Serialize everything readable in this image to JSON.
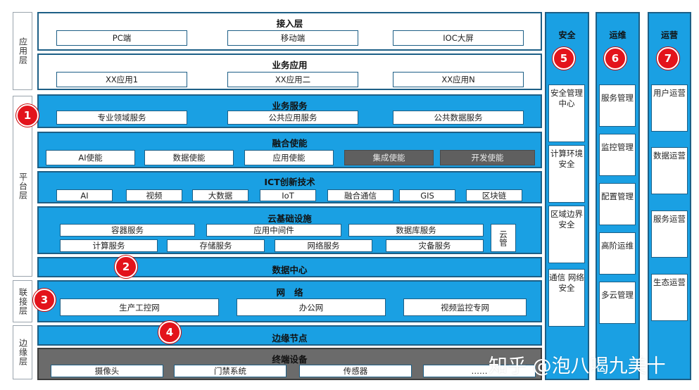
{
  "layers": {
    "app": "应用层",
    "platform": "平台层",
    "link": "联接层",
    "edge": "边缘层"
  },
  "access": {
    "title": "接入层",
    "items": [
      "PC端",
      "移动端",
      "IOC大屏"
    ]
  },
  "business_app": {
    "title": "业务应用",
    "items": [
      "XX应用1",
      "XX应用二",
      "XX应用N"
    ]
  },
  "business_service": {
    "title": "业务服务",
    "items": [
      "专业领域服务",
      "公共应用服务",
      "公共数据服务"
    ]
  },
  "fusion": {
    "title": "融合使能",
    "items": [
      "AI使能",
      "数据使能",
      "应用使能",
      "集成使能",
      "开发使能"
    ]
  },
  "ict": {
    "title": "ICT创新技术",
    "items": [
      "AI",
      "视频",
      "大数据",
      "IoT",
      "融合通信",
      "GIS",
      "区块链"
    ]
  },
  "cloud": {
    "title": "云基础设施",
    "row1": [
      "容器服务",
      "应用中间件",
      "数据库服务"
    ],
    "row2": [
      "计算服务",
      "存储服务",
      "网络服务",
      "灾备服务"
    ],
    "side": "云管"
  },
  "datacenter": {
    "title": "数据中心"
  },
  "network": {
    "title": "网   络",
    "items": [
      "生产工控网",
      "办公网",
      "视频监控专网"
    ]
  },
  "edge_node": {
    "title": "边缘节点"
  },
  "terminal": {
    "title": "终端设备",
    "items": [
      "摄像头",
      "门禁系统",
      "传感器",
      "……"
    ]
  },
  "badges": [
    "1",
    "2",
    "3",
    "4",
    "5",
    "6",
    "7"
  ],
  "security": {
    "title": "安全",
    "items": [
      "安全管理中心",
      "计算环境安全",
      "区域边界安全",
      "通信 网络安全"
    ]
  },
  "ops": {
    "title": "运维",
    "items": [
      "服务管理",
      "监控管理",
      "配置管理",
      "高阶运维",
      "多云管理"
    ]
  },
  "operation": {
    "title": "运营",
    "items": [
      "用户运营",
      "数据运营",
      "服务运营",
      "生态运营"
    ]
  },
  "watermark": "知乎 @泡八喝九美十",
  "colors": {
    "blue": "#1aa0e3",
    "border": "#1d5f86",
    "gray": "#6b6b6b",
    "badge": "#e3131b"
  }
}
